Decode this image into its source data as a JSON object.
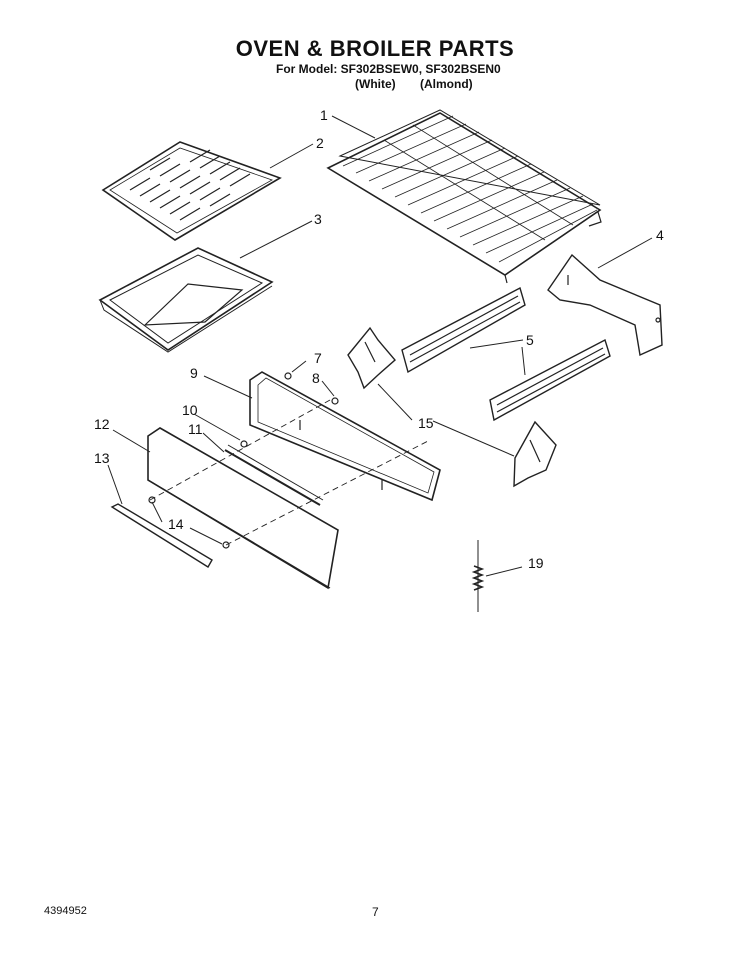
{
  "header": {
    "title": "OVEN & BROILER PARTS",
    "model_line": "For Model: SF302BSEW0, SF302BSEN0",
    "color_white": "(White)",
    "color_almond": "(Almond)"
  },
  "callouts": [
    {
      "id": "1",
      "label": "1"
    },
    {
      "id": "2",
      "label": "2"
    },
    {
      "id": "3",
      "label": "3"
    },
    {
      "id": "4",
      "label": "4"
    },
    {
      "id": "5",
      "label": "5"
    },
    {
      "id": "7",
      "label": "7"
    },
    {
      "id": "8",
      "label": "8"
    },
    {
      "id": "9",
      "label": "9"
    },
    {
      "id": "10",
      "label": "10"
    },
    {
      "id": "11",
      "label": "11"
    },
    {
      "id": "12",
      "label": "12"
    },
    {
      "id": "13",
      "label": "13"
    },
    {
      "id": "14",
      "label": "14"
    },
    {
      "id": "15",
      "label": "15"
    },
    {
      "id": "19",
      "label": "19"
    }
  ],
  "footer": {
    "doc_number": "4394952",
    "page_number": "7"
  }
}
